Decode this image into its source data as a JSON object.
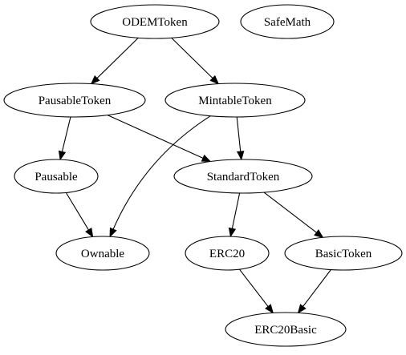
{
  "nodes": [
    {
      "id": "odem",
      "label": "ODEMToken"
    },
    {
      "id": "safemath",
      "label": "SafeMath"
    },
    {
      "id": "pausabletoken",
      "label": "PausableToken"
    },
    {
      "id": "mintabletoken",
      "label": "MintableToken"
    },
    {
      "id": "pausable",
      "label": "Pausable"
    },
    {
      "id": "standardtoken",
      "label": "StandardToken"
    },
    {
      "id": "ownable",
      "label": "Ownable"
    },
    {
      "id": "erc20",
      "label": "ERC20"
    },
    {
      "id": "basictoken",
      "label": "BasicToken"
    },
    {
      "id": "erc20basic",
      "label": "ERC20Basic"
    }
  ],
  "edges": [
    {
      "from": "odem",
      "to": "pausabletoken"
    },
    {
      "from": "odem",
      "to": "mintabletoken"
    },
    {
      "from": "pausabletoken",
      "to": "pausable"
    },
    {
      "from": "pausabletoken",
      "to": "standardtoken"
    },
    {
      "from": "mintabletoken",
      "to": "standardtoken"
    },
    {
      "from": "mintabletoken",
      "to": "ownable"
    },
    {
      "from": "pausable",
      "to": "ownable"
    },
    {
      "from": "standardtoken",
      "to": "erc20"
    },
    {
      "from": "standardtoken",
      "to": "basictoken"
    },
    {
      "from": "erc20",
      "to": "erc20basic"
    },
    {
      "from": "basictoken",
      "to": "erc20basic"
    }
  ]
}
